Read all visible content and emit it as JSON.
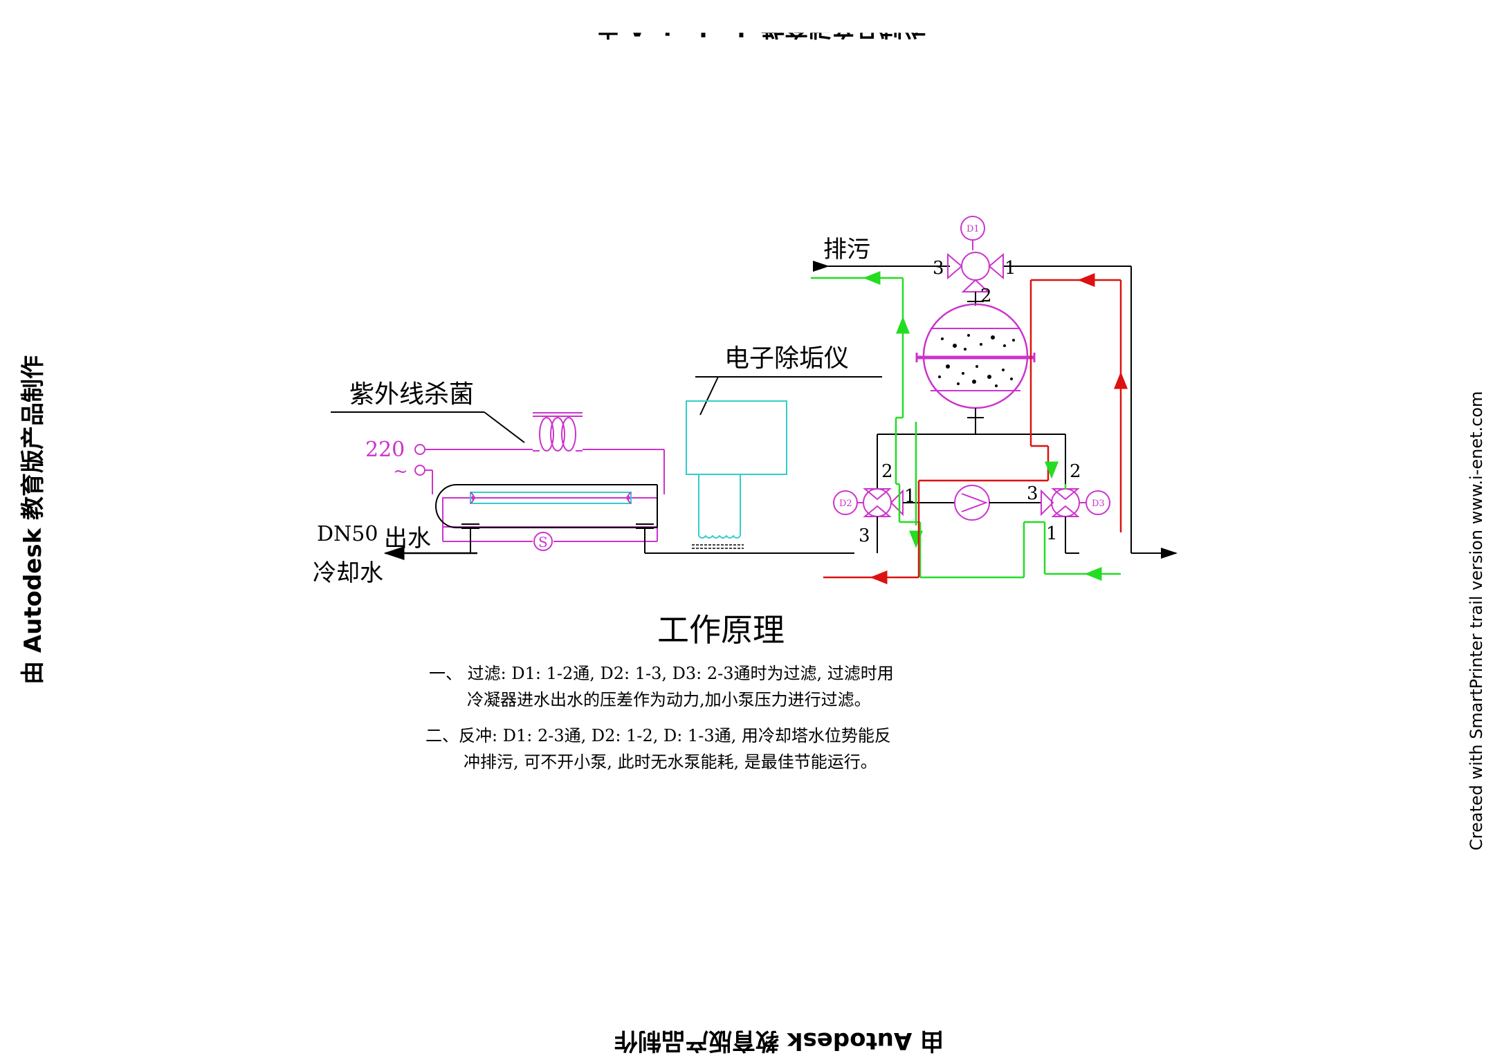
{
  "watermarks": {
    "top": "由 Autodesk 教育版产品制作",
    "bottom": "由 Autodesk 教育版产品制作",
    "left": "由 Autodesk 教育版产品制作",
    "right": "Created with SmartPrinter trail version www.i-enet.com"
  },
  "labels": {
    "uv": "紫外线杀菌",
    "descaler": "电子除垢仪",
    "drain": "排污",
    "voltage": "220",
    "ac": "~",
    "dn50": "DN50",
    "outlet": "出水",
    "cooling": "冷却水",
    "s": "S",
    "d1": "D1",
    "d2": "D2",
    "d3": "D3",
    "p1": "1",
    "p2": "2",
    "p3": "3"
  },
  "colors": {
    "magenta": "#cc33cc",
    "cyan": "#33cccc",
    "green": "#22dd22",
    "red": "#dd1111",
    "black": "#000000"
  },
  "title": "工作原理",
  "notes": [
    {
      "line1": "一、 过滤: D1: 1-2通, D2: 1-3, D3: 2-3通时为过滤, 过滤时用",
      "line2": "冷凝器进水出水的压差作为动力,加小泵压力进行过滤。"
    },
    {
      "line1": "二、反冲: D1: 2-3通, D2: 1-2, D: 1-3通, 用冷却塔水位势能反",
      "line2": "冲排污, 可不开小泵, 此时无水泵能耗, 是最佳节能运行。"
    }
  ]
}
